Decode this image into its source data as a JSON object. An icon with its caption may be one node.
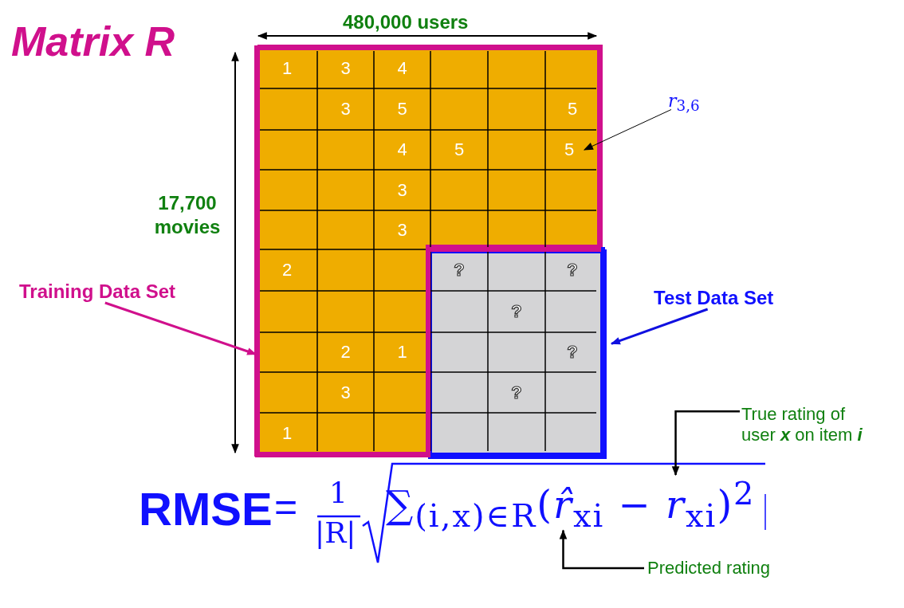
{
  "diagram": {
    "title": "Matrix R",
    "nodes": [
      {
        "text": [
          "Training Data Set"
        ]
      },
      {
        "text": [],
        "shape": "box"
      },
      {
        "text": [
          "Test Data Set"
        ]
      },
      {
        "text": [],
        "shape": "box"
      },
      {
        "text": [
          "*r*$_{3,6}$"
        ]
      },
      {
        "text": [
          "5"
        ],
        "in": 1
      },
      {
        "text": [
          "True rating of user **x** on item **i**"
        ]
      },
      {
        "text": [
          "Predicted rating"
        ]
      },
      {
        "text": [
          "∑$_{(i,x)∈R}$(*r̂*$_{xi}$ − *r*$_{xi}$)$^{2}$"
        ]
      }
    ],
    "edges": [
      {
        "from": 0,
        "to": 1,
        "arrow": "to",
        "color": "#d0108c"
      },
      {
        "from": 2,
        "to": 3,
        "arrow": "to",
        "color": "#1010e0"
      },
      {
        "from": 4,
        "to": 5,
        "arrow": "to"
      },
      {
        "from": 6,
        "to": 8,
        "arrow": "to"
      },
      {
        "from": 7,
        "to": 8,
        "arrow": "to"
      }
    ],
    "labels": [
      "480,000 users",
      "17,700 movies",
      "1",
      "3",
      "4",
      "3",
      "5",
      "5",
      "4",
      "5",
      "3",
      "3",
      "2",
      "?",
      "?",
      "?",
      "2",
      "1",
      "?",
      "3",
      "?",
      "1",
      "RMSE",
      "=",
      "1",
      "|R|"
    ]
  }
}
